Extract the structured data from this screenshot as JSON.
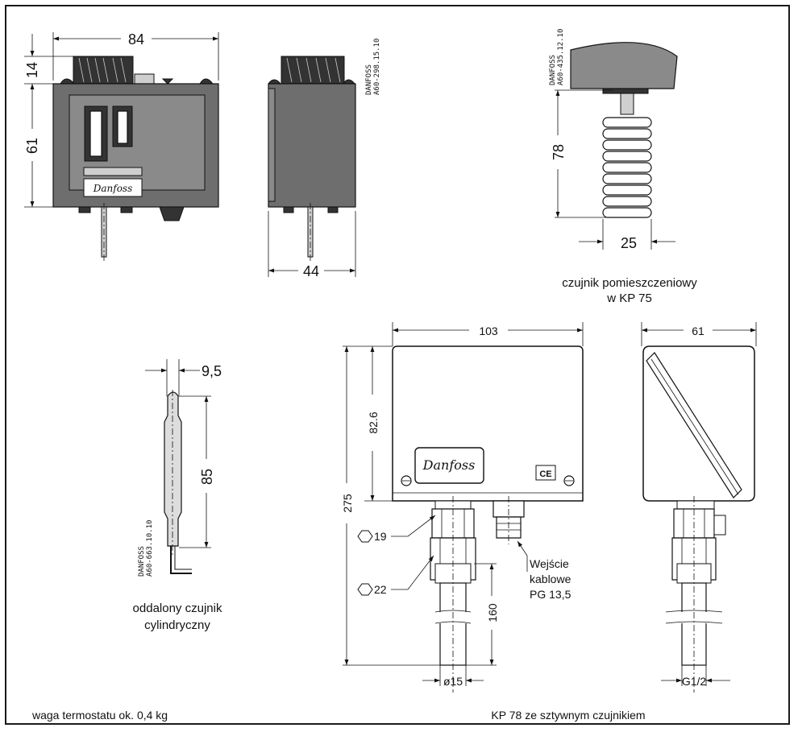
{
  "dimensions": {
    "kp75_width": "84",
    "kp75_knob_height": "14",
    "kp75_body_height": "61",
    "kp75_side_depth": "44",
    "room_sensor_height": "78",
    "room_sensor_width": "25",
    "bulb_diameter": "9,5",
    "bulb_length": "85",
    "kp78_width": "103",
    "kp78_body_height": "82.6",
    "kp78_total_height": "275",
    "kp78_side_depth": "61",
    "hex_19": "19",
    "hex_22": "22",
    "tube_length": "160",
    "tube_diameter": "ø15",
    "thread": "G1/2"
  },
  "drawing_codes": {
    "kp75": [
      "DANFOSS",
      "A60-298.15.10"
    ],
    "room_sensor": [
      "DANFOSS",
      "A60-435.12.10"
    ],
    "bulb": [
      "DANFOSS",
      "A60-663.10.10"
    ]
  },
  "labels": {
    "room_sensor_line1": "czujnik pomieszczeniowy",
    "room_sensor_line2": "w KP 75",
    "remote_bulb_line1": "oddalony czujnik",
    "remote_bulb_line2": "cylindryczny",
    "cable_entry_line1": "Wejście",
    "cable_entry_line2": "kablowe",
    "cable_entry_line3": "PG 13,5",
    "weight": "waga termostatu ok. 0,4 kg",
    "kp78_caption": "KP 78 ze sztywnym czujnikiem",
    "logo_text": "Danfoss",
    "ce_mark": "CE"
  }
}
